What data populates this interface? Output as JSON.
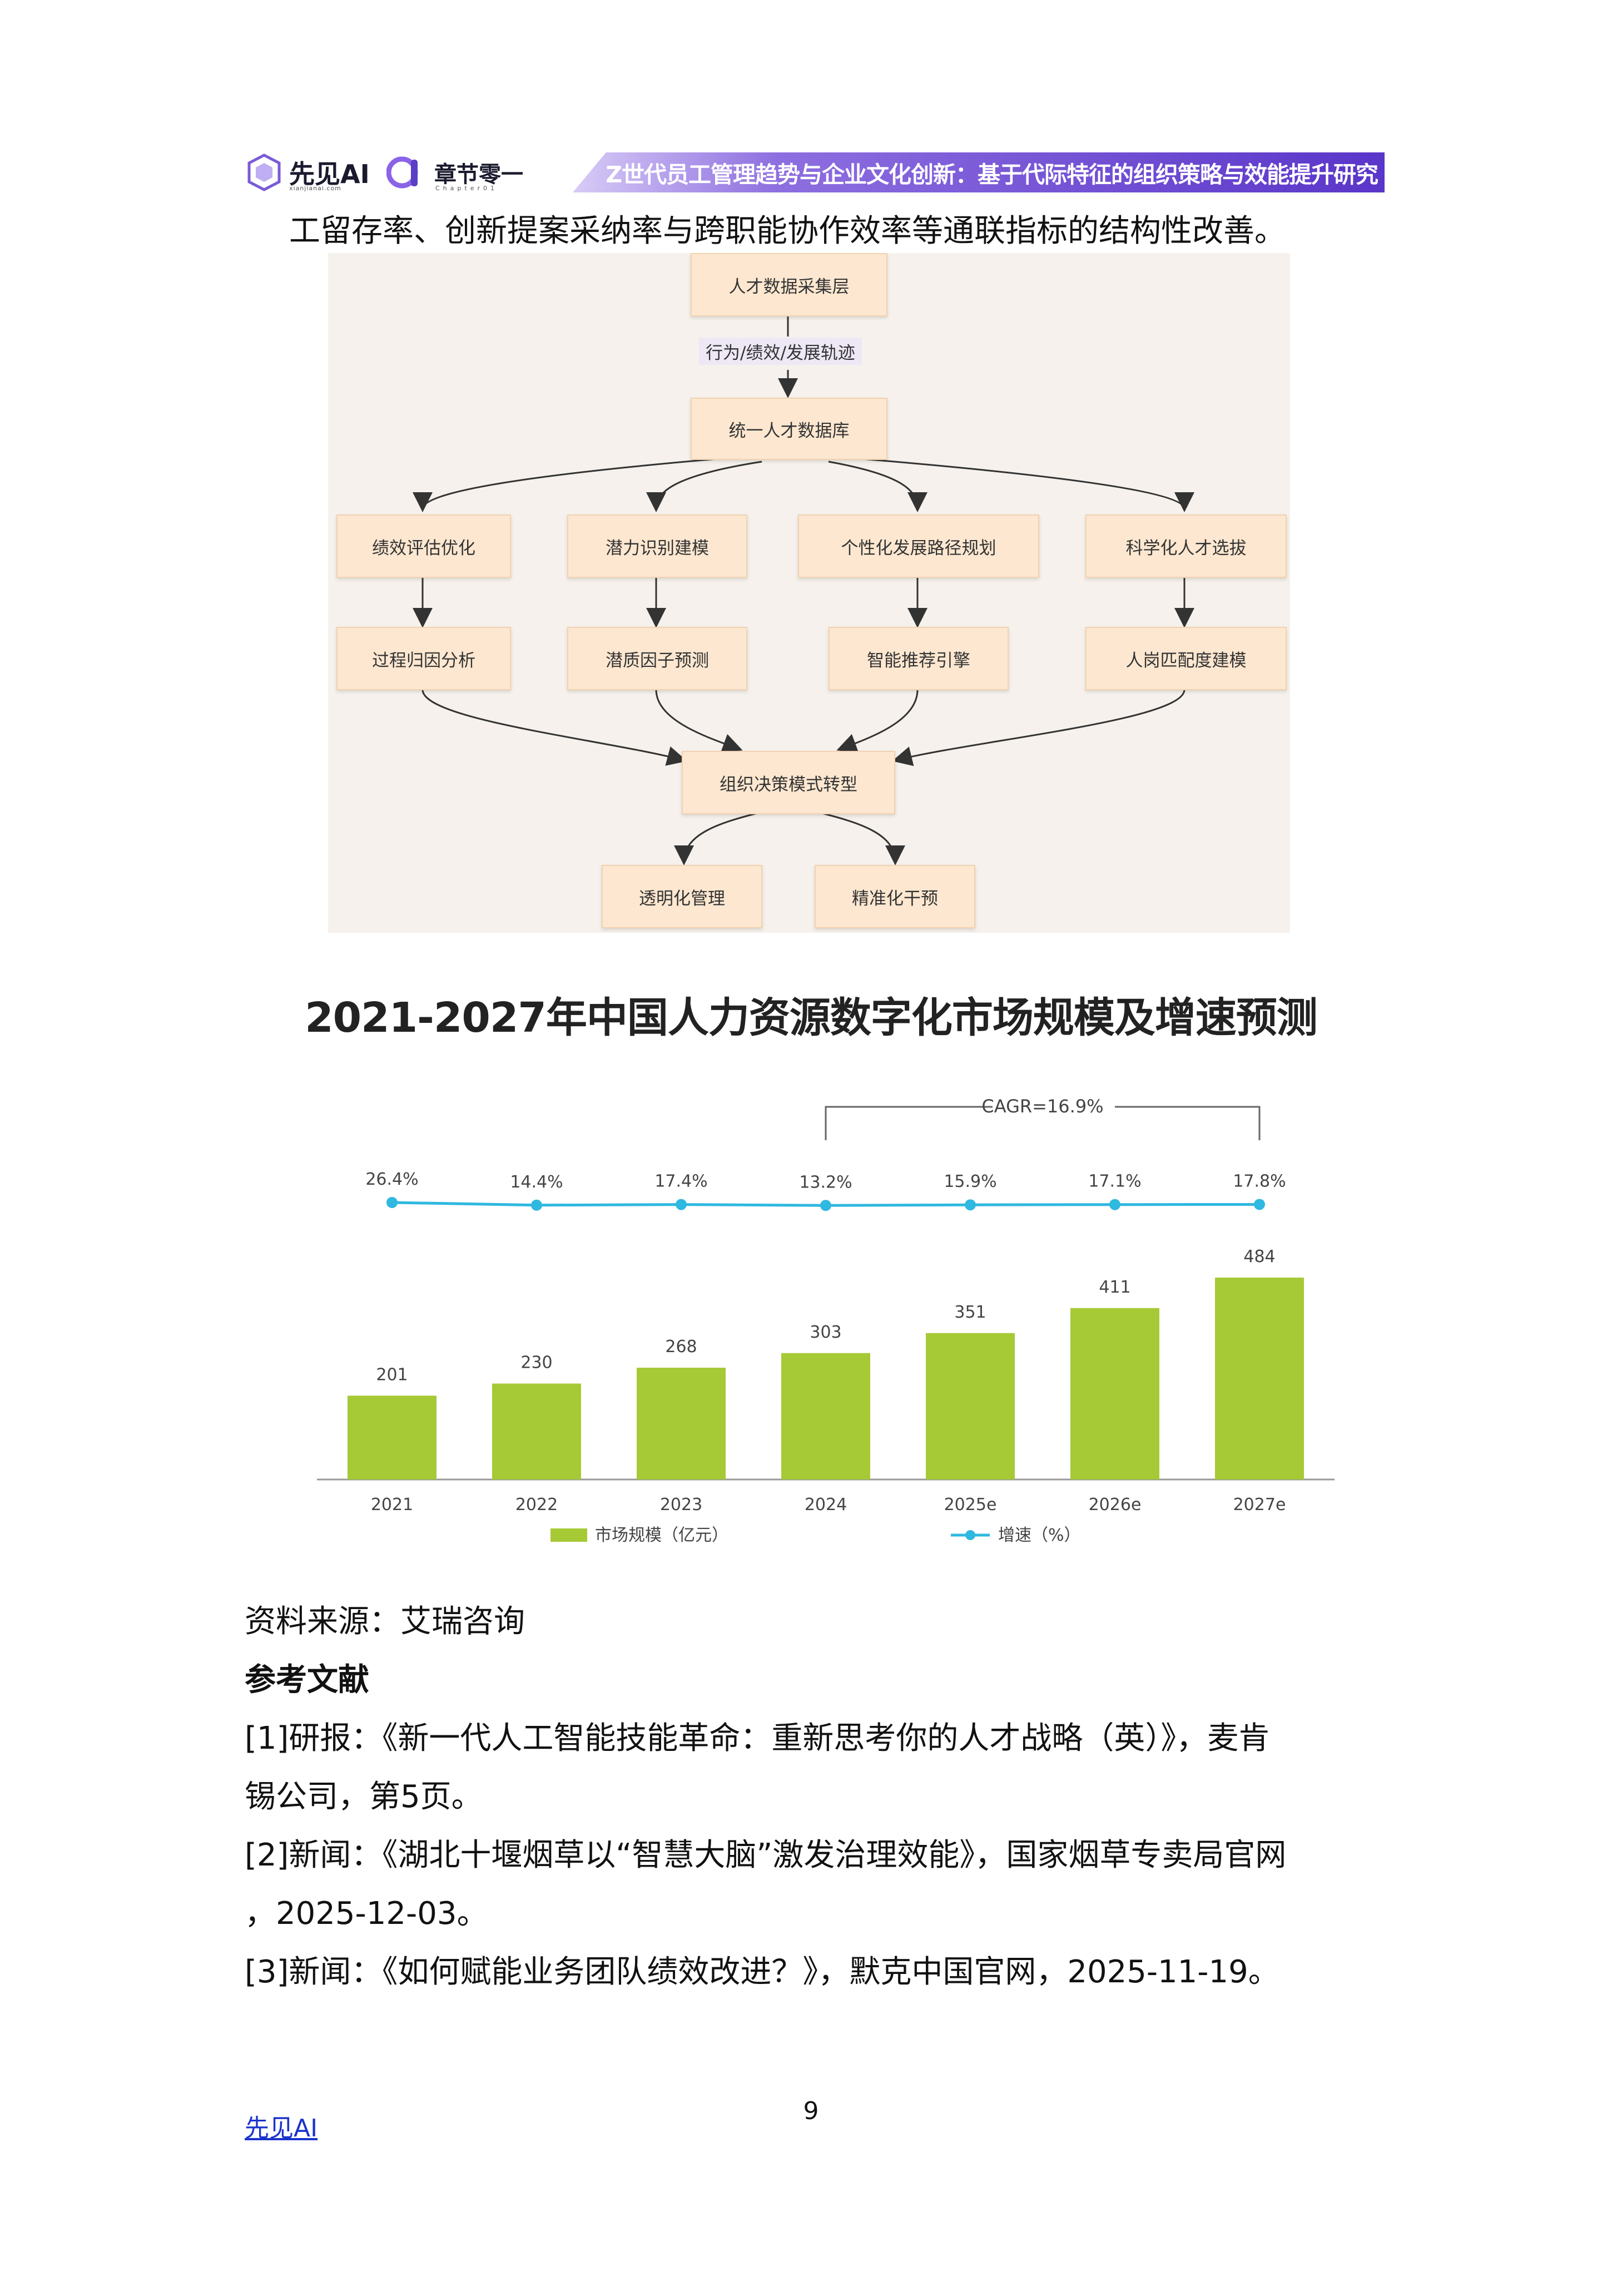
{
  "header": {
    "logo1_text": "先见AI",
    "logo1_sub": "xianjianai.com",
    "logo2_text": "章节零一",
    "logo2_sub": "Chapter01",
    "banner_title": "Z世代员工管理趋势与企业文化创新：基于代际特征的组织策略与效能提升研究"
  },
  "intro_text": "工留存率、创新提案采纳率与跨职能协作效率等通联指标的结构性改善。",
  "flowchart": {
    "top": "人才数据采集层",
    "edge_label": "行为/绩效/发展轨迹",
    "db": "统一人才数据库",
    "row1": [
      "绩效评估优化",
      "潜力识别建模",
      "个性化发展路径规划",
      "科学化人才选拔"
    ],
    "row2": [
      "过程归因分析",
      "潜质因子预测",
      "智能推荐引擎",
      "人岗匹配度建模"
    ],
    "merge": "组织决策模式转型",
    "outputs": [
      "透明化管理",
      "精准化干预"
    ]
  },
  "chart_data": {
    "type": "bar",
    "title": "2021-2027年中国人力资源数字化市场规模及增速预测",
    "categories": [
      "2021",
      "2022",
      "2023",
      "2024",
      "2025e",
      "2026e",
      "2027e"
    ],
    "series": [
      {
        "name": "市场规模（亿元）",
        "type": "bar",
        "values": [
          201,
          230,
          268,
          303,
          351,
          411,
          484
        ],
        "color": "#a6c936"
      },
      {
        "name": "增速（%）",
        "type": "line",
        "values": [
          26.4,
          14.4,
          17.4,
          13.2,
          15.9,
          17.1,
          17.8
        ],
        "labels": [
          "26.4%",
          "14.4%",
          "17.4%",
          "13.2%",
          "15.9%",
          "17.1%",
          "17.8%"
        ],
        "color": "#2fb8e0"
      }
    ],
    "annotation": "CAGR=16.9%",
    "legend_position": "bottom"
  },
  "source_text": "资料来源：艾瑞咨询",
  "references_title": "参考文献",
  "references": [
    "[1]研报：《新一代人工智能技能革命：重新思考你的人才战略（英）》，麦肯",
    "锡公司，第5页。",
    "[2]新闻：《湖北十堰烟草以“智慧大脑”激发治理效能》，国家烟草专卖局官网",
    "，2025-12-03。",
    "[3]新闻：《如何赋能业务团队绩效改进？》，默克中国官网，2025-11-19。"
  ],
  "footer": {
    "link_text": "先见AI",
    "page_number": "9"
  }
}
